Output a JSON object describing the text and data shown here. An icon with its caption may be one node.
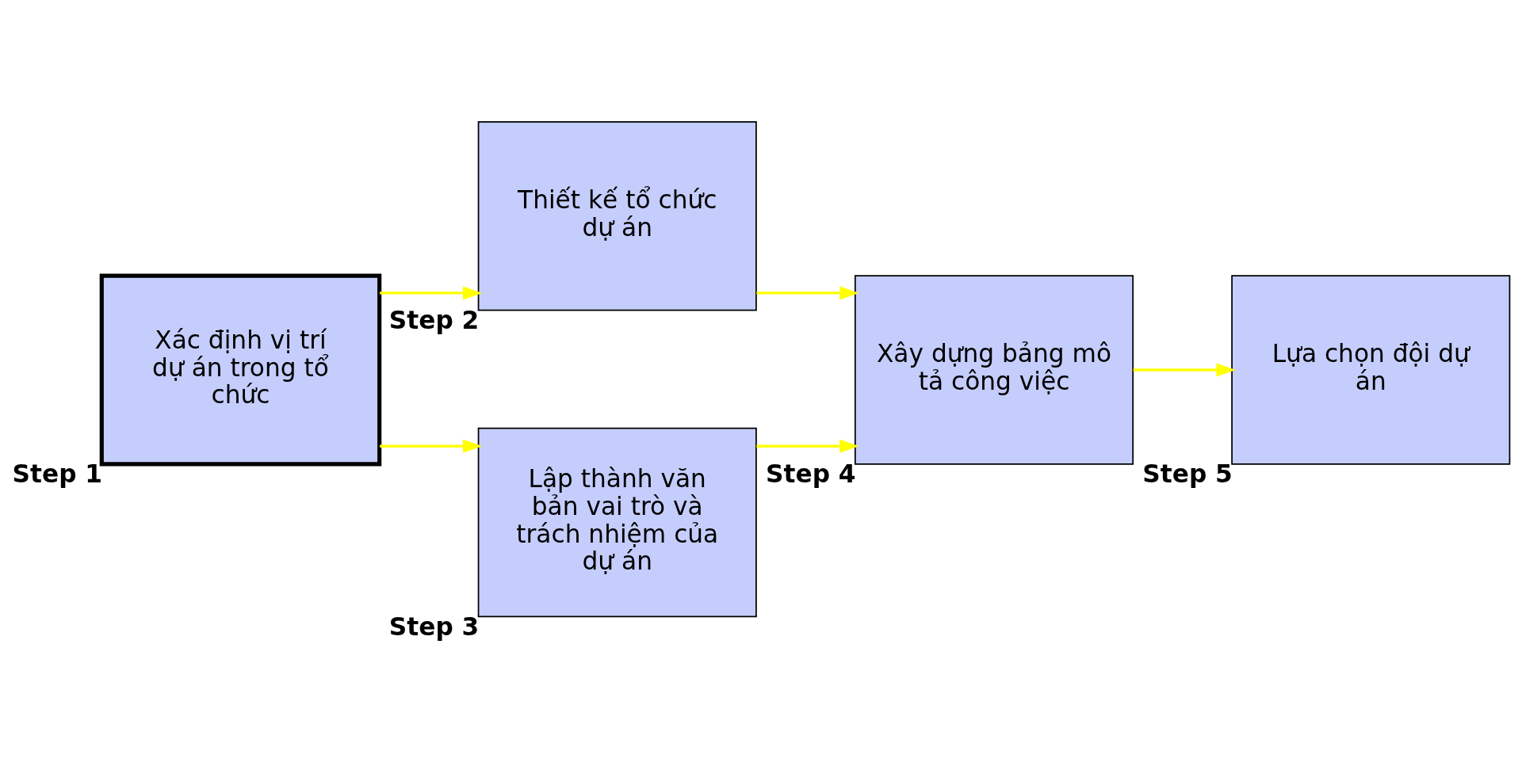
{
  "diagram": {
    "nodes": [
      {
        "text": [
          "Xác định vị trí dự án trong tổ chức"
        ],
        "beside": [
          "Step 1"
        ]
      },
      {
        "text": [
          "Thiết kế tổ chức dự án"
        ],
        "beside": [
          "Step 2"
        ]
      },
      {
        "text": [
          "Lập thành văn bản vai trò và trách nhiệm của dự án"
        ],
        "beside": [
          "Step 3"
        ]
      },
      {
        "text": [
          "Xây dựng bảng mô tả công việc"
        ],
        "beside": [
          "Step 4"
        ]
      },
      {
        "text": [
          "Lựa chọn đội dự án"
        ],
        "beside": [
          "Step 5"
        ]
      }
    ],
    "edges": [
      {
        "from": 0,
        "to": 1,
        "arrow": "to"
      },
      {
        "from": 0,
        "to": 2,
        "arrow": "to"
      },
      {
        "from": 1,
        "to": 3,
        "arrow": "to"
      },
      {
        "from": 2,
        "to": 3,
        "arrow": "to"
      },
      {
        "from": 3,
        "to": 4,
        "arrow": "to"
      }
    ]
  }
}
